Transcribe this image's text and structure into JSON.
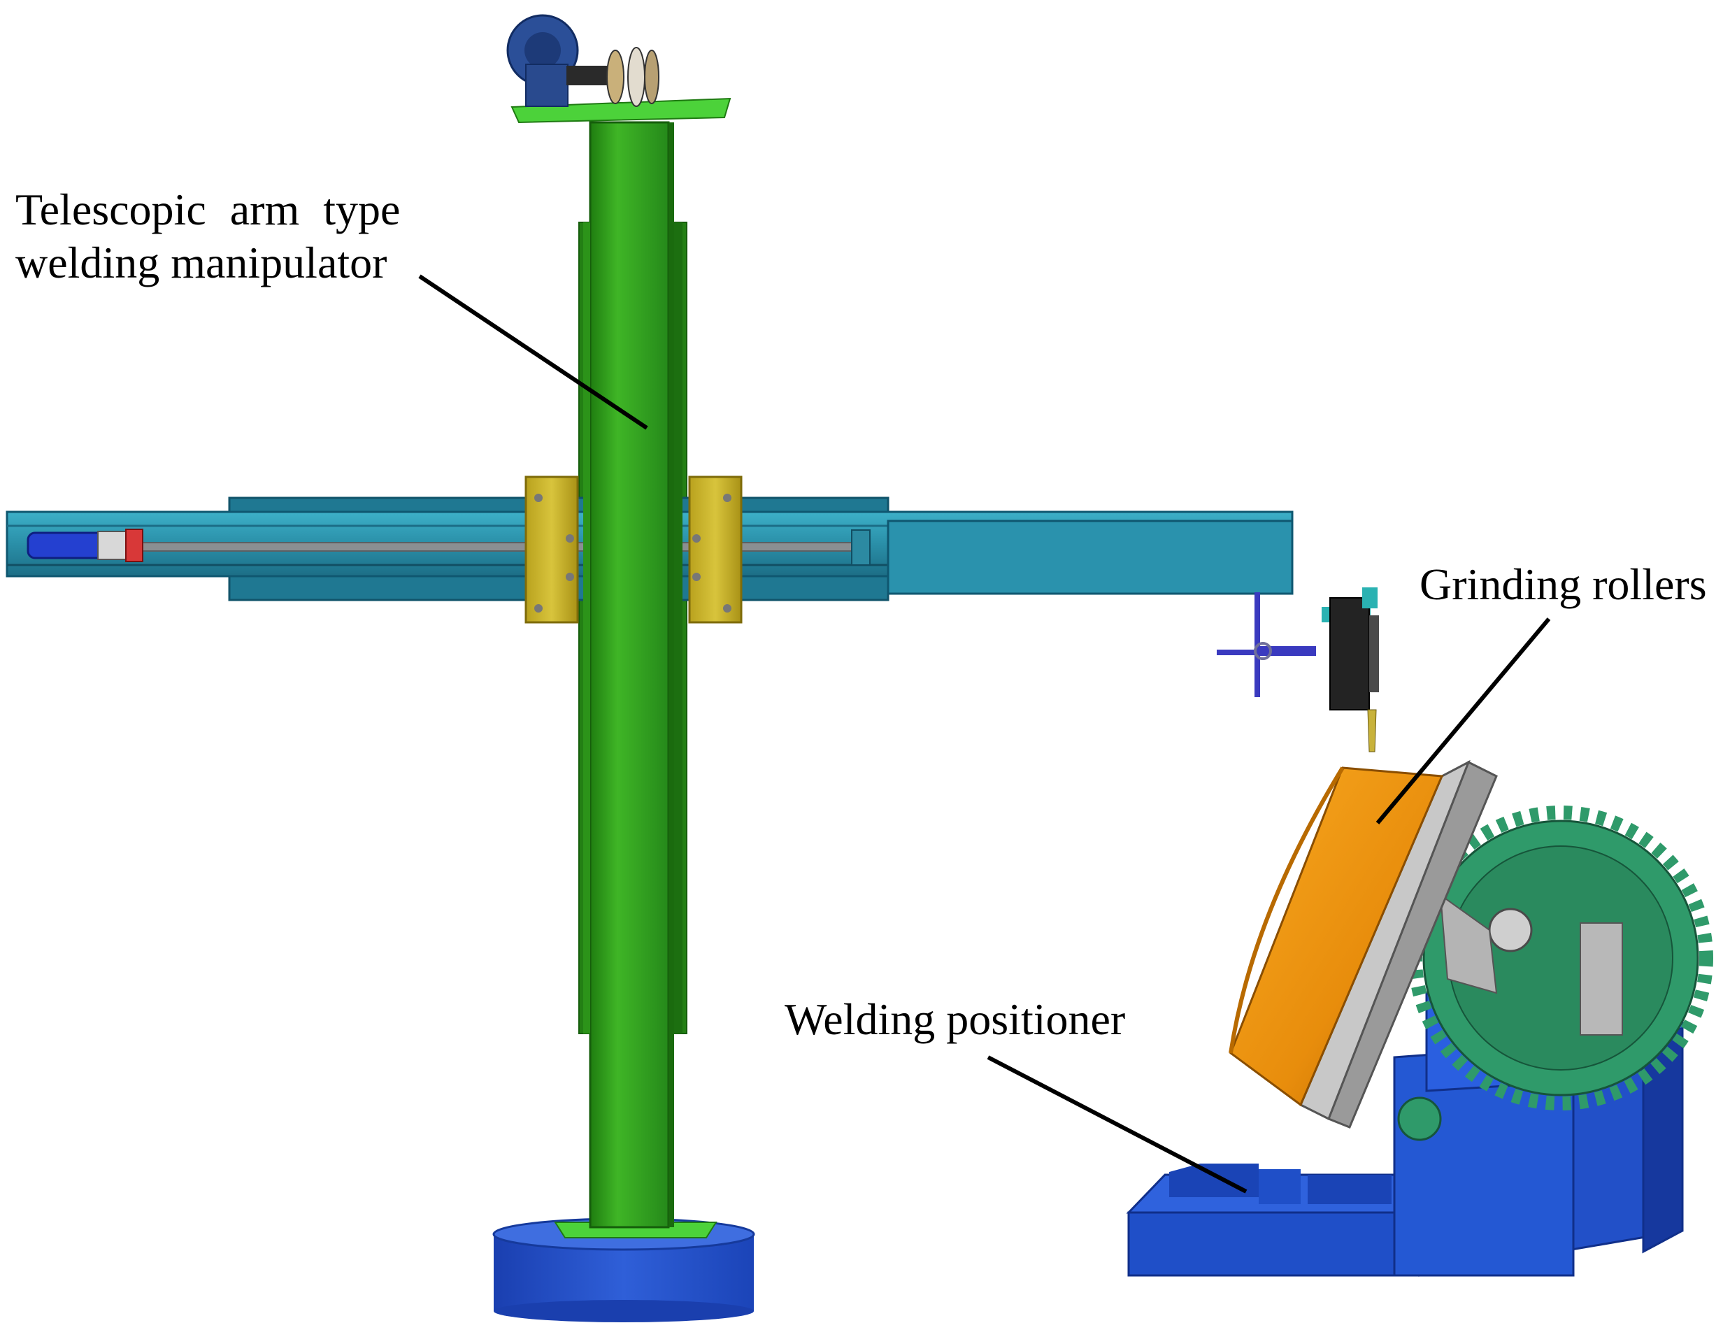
{
  "labels": {
    "manipulator_line1": "Telescopic arm type",
    "manipulator_line2": "welding manipulator",
    "grinding": "Grinding rollers",
    "positioner": "Welding positioner"
  },
  "colors": {
    "column_green": "#2e9e1a",
    "arm_teal": "#2a8fa8",
    "slider_yellow": "#c9b52a",
    "base_blue": "#1f4fc8",
    "roller_orange": "#e8900f",
    "gear_green": "#2f9a6a",
    "leader_line": "#000000"
  },
  "icons": {
    "motor": "motor-icon",
    "torch": "welding-torch-icon"
  }
}
